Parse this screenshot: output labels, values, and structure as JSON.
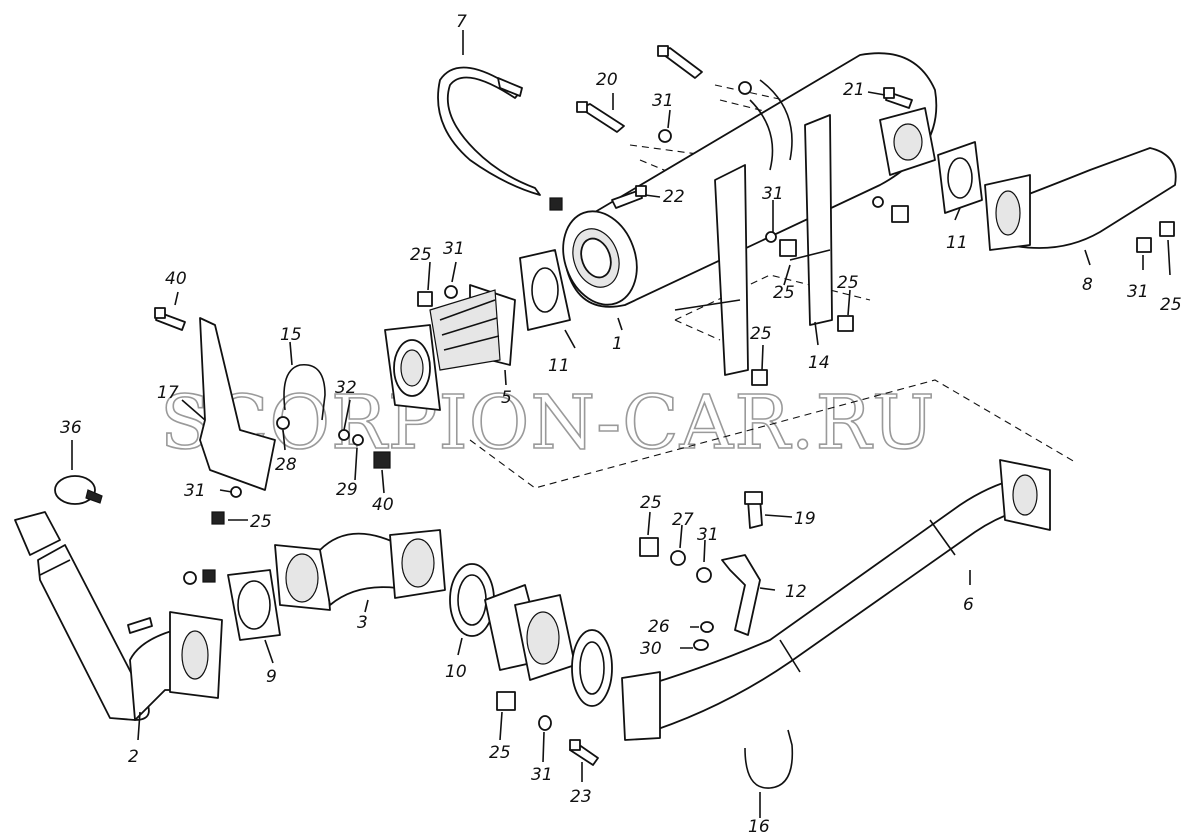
{
  "watermark": "SCORPION-CAR.RU",
  "callouts": {
    "c1": "1",
    "c2": "2",
    "c3": "3",
    "c5": "5",
    "c6": "6",
    "c7": "7",
    "c8": "8",
    "c9": "9",
    "c10": "10",
    "c11a": "11",
    "c11b": "11",
    "c12": "12",
    "c14": "14",
    "c15": "15",
    "c16": "16",
    "c17": "17",
    "c19": "19",
    "c20": "20",
    "c21": "21",
    "c22": "22",
    "c23": "23",
    "c25a": "25",
    "c25b": "25",
    "c25c": "25",
    "c25d": "25",
    "c25e": "25",
    "c25f": "25",
    "c25g": "25",
    "c26": "26",
    "c27": "27",
    "c28": "28",
    "c29": "29",
    "c30": "30",
    "c31a": "31",
    "c31b": "31",
    "c31c": "31",
    "c31d": "31",
    "c31e": "31",
    "c31f": "31",
    "c31g": "31",
    "c32": "32",
    "c36": "36",
    "c40a": "40",
    "c40b": "40"
  }
}
